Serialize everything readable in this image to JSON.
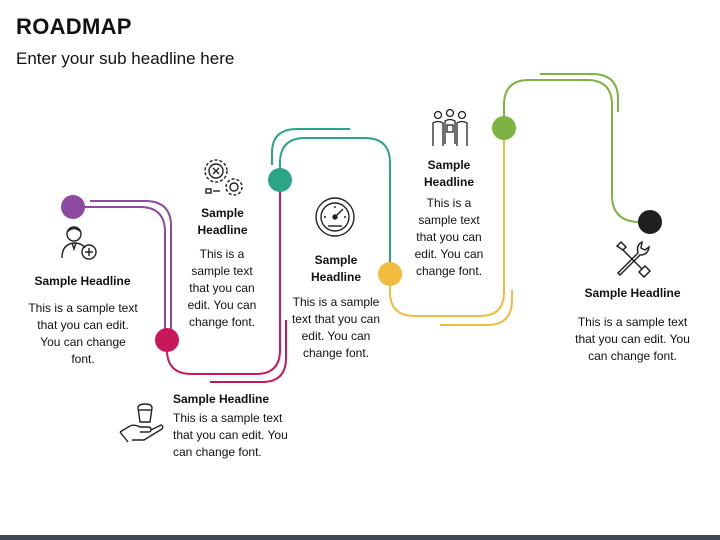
{
  "title": "ROADMAP",
  "subtitle": "Enter your sub headline here",
  "colors": {
    "purple": "#8e4a9e",
    "crimson": "#c9185a",
    "teal": "#2aa687",
    "yellow": "#f0bc3e",
    "green": "#7cb342",
    "black": "#1f1f1f"
  },
  "steps": [
    {
      "icon": "patient-doctor-icon",
      "headline": "Sample Headline",
      "text": "This is a sample text that you can edit. You can change font."
    },
    {
      "icon": "hand-giving-icon",
      "headline": "Sample Headline",
      "text": "This is a sample text that you can edit. You can change font."
    },
    {
      "icon": "gears-settings-icon",
      "headline": "Sample Headline",
      "text": "This is a sample text that you can edit. You can change font."
    },
    {
      "icon": "speedometer-icon",
      "headline": "Sample Headline",
      "text": "This is a sample text that you can edit. You can change font."
    },
    {
      "icon": "team-people-icon",
      "headline": "Sample Headline",
      "text": "This is a sample text that you can edit. You can change font."
    },
    {
      "icon": "tools-wrench-screwdriver-icon",
      "headline": "Sample Headline",
      "text": "This is a sample text that you can edit. You can change font."
    }
  ]
}
